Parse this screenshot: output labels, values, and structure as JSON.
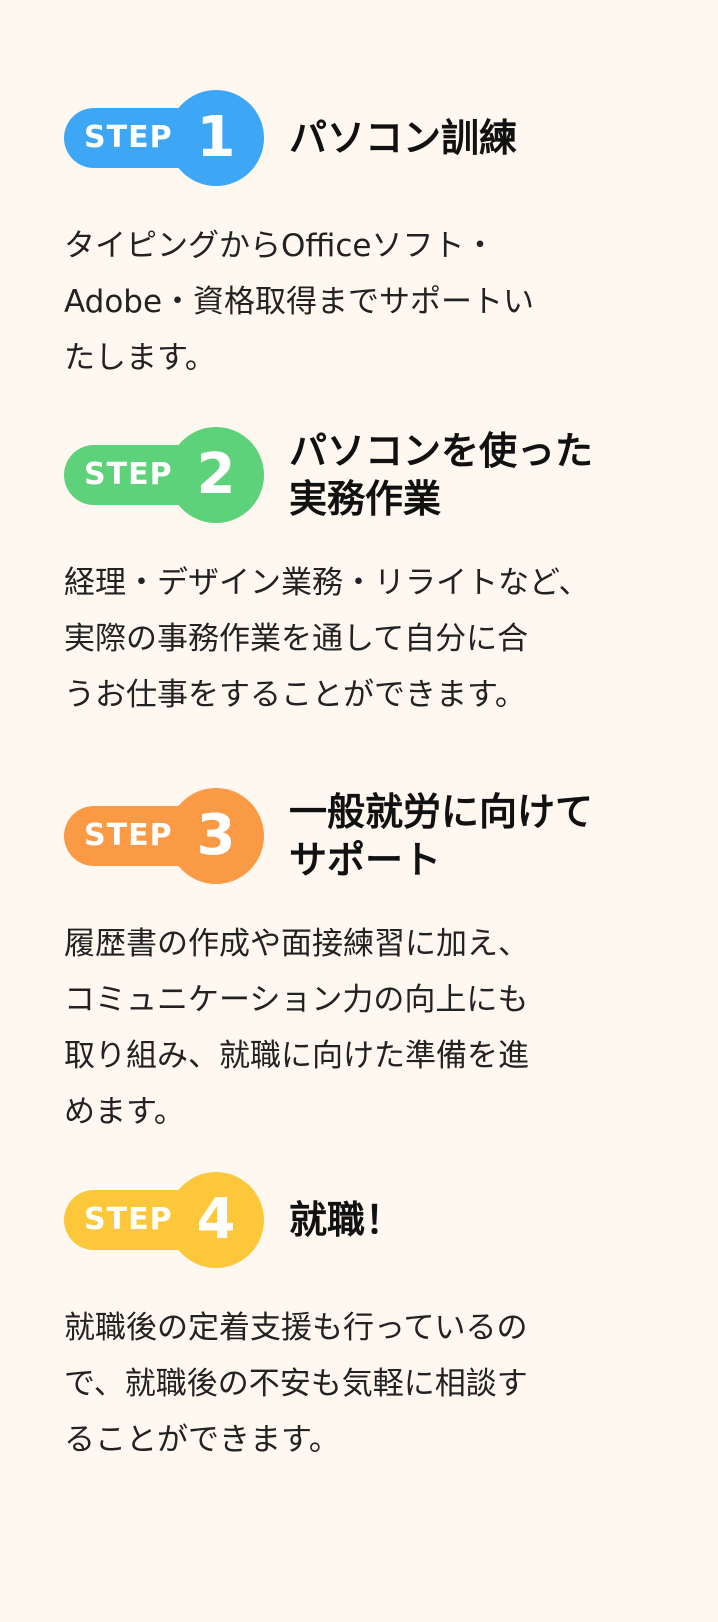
{
  "steps": [
    {
      "label": "STEP",
      "number": "1",
      "color": "#3ea7f5",
      "title": "パソコン訓練",
      "body": "タイピングからOfficeソフト・\nAdobe・資格取得までサポートい\nたします。"
    },
    {
      "label": "STEP",
      "number": "2",
      "color": "#5ed27a",
      "title": "パソコンを使った\n実務作業",
      "body": "経理・デザイン業務・リライトなど、\n実際の事務作業を通して自分に合\nうお仕事をすることができます。"
    },
    {
      "label": "STEP",
      "number": "3",
      "color": "#fb9a44",
      "title": "一般就労に向けて\nサポート",
      "body": "履歴書の作成や面接練習に加え、\nコミュニケーション力の向上にも\n取り組み、就職に向けた準備を進\nめます。"
    },
    {
      "label": "STEP",
      "number": "4",
      "color": "#fcc73b",
      "title": "就職！",
      "body": "就職後の定着支援も行っているの\nで、就職後の不安も気軽に相談す\nることができます。"
    }
  ]
}
